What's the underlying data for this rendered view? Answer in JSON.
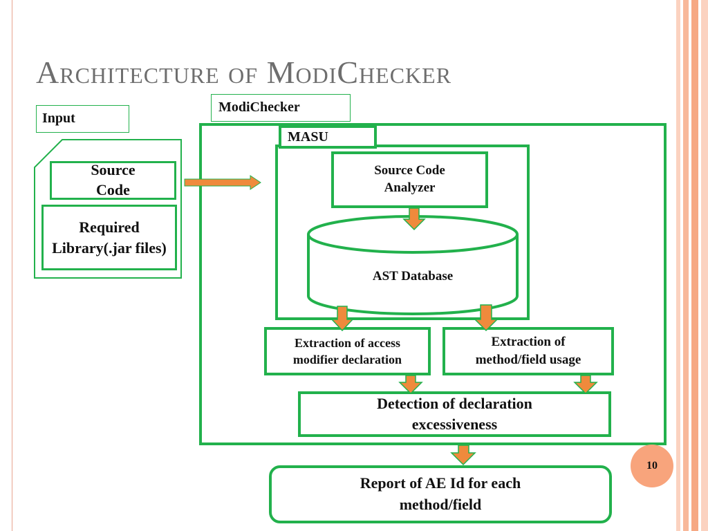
{
  "slide": {
    "title_first_letter": "A",
    "title_rest_1": "rchitecture of ",
    "title_first_letter_2": "M",
    "title_rest_2": "odi",
    "title_first_letter_3": "C",
    "title_rest_3": "hecker",
    "page_number": "10"
  },
  "input": {
    "label": "Input",
    "source_code": "Source Code",
    "required_library": "Required Library(.jar files)"
  },
  "modichecker": {
    "label": "ModiChecker",
    "masu_label": "MASU",
    "source_code_analyzer": "Source Code Analyzer",
    "ast_database": "AST Database",
    "extraction_access": "Extraction of access modifier declaration",
    "extraction_usage": "Extraction of method/field usage",
    "detection": "Detection of declaration excessiveness"
  },
  "output": {
    "report": "Report of AE Id for each method/field"
  },
  "colors": {
    "green": "#22b14c",
    "arrow_fill": "#ef8a3c",
    "arrow_border": "#22b14c",
    "stripe_salmon": "#f8b89a",
    "page_circle": "#f8a47c"
  }
}
